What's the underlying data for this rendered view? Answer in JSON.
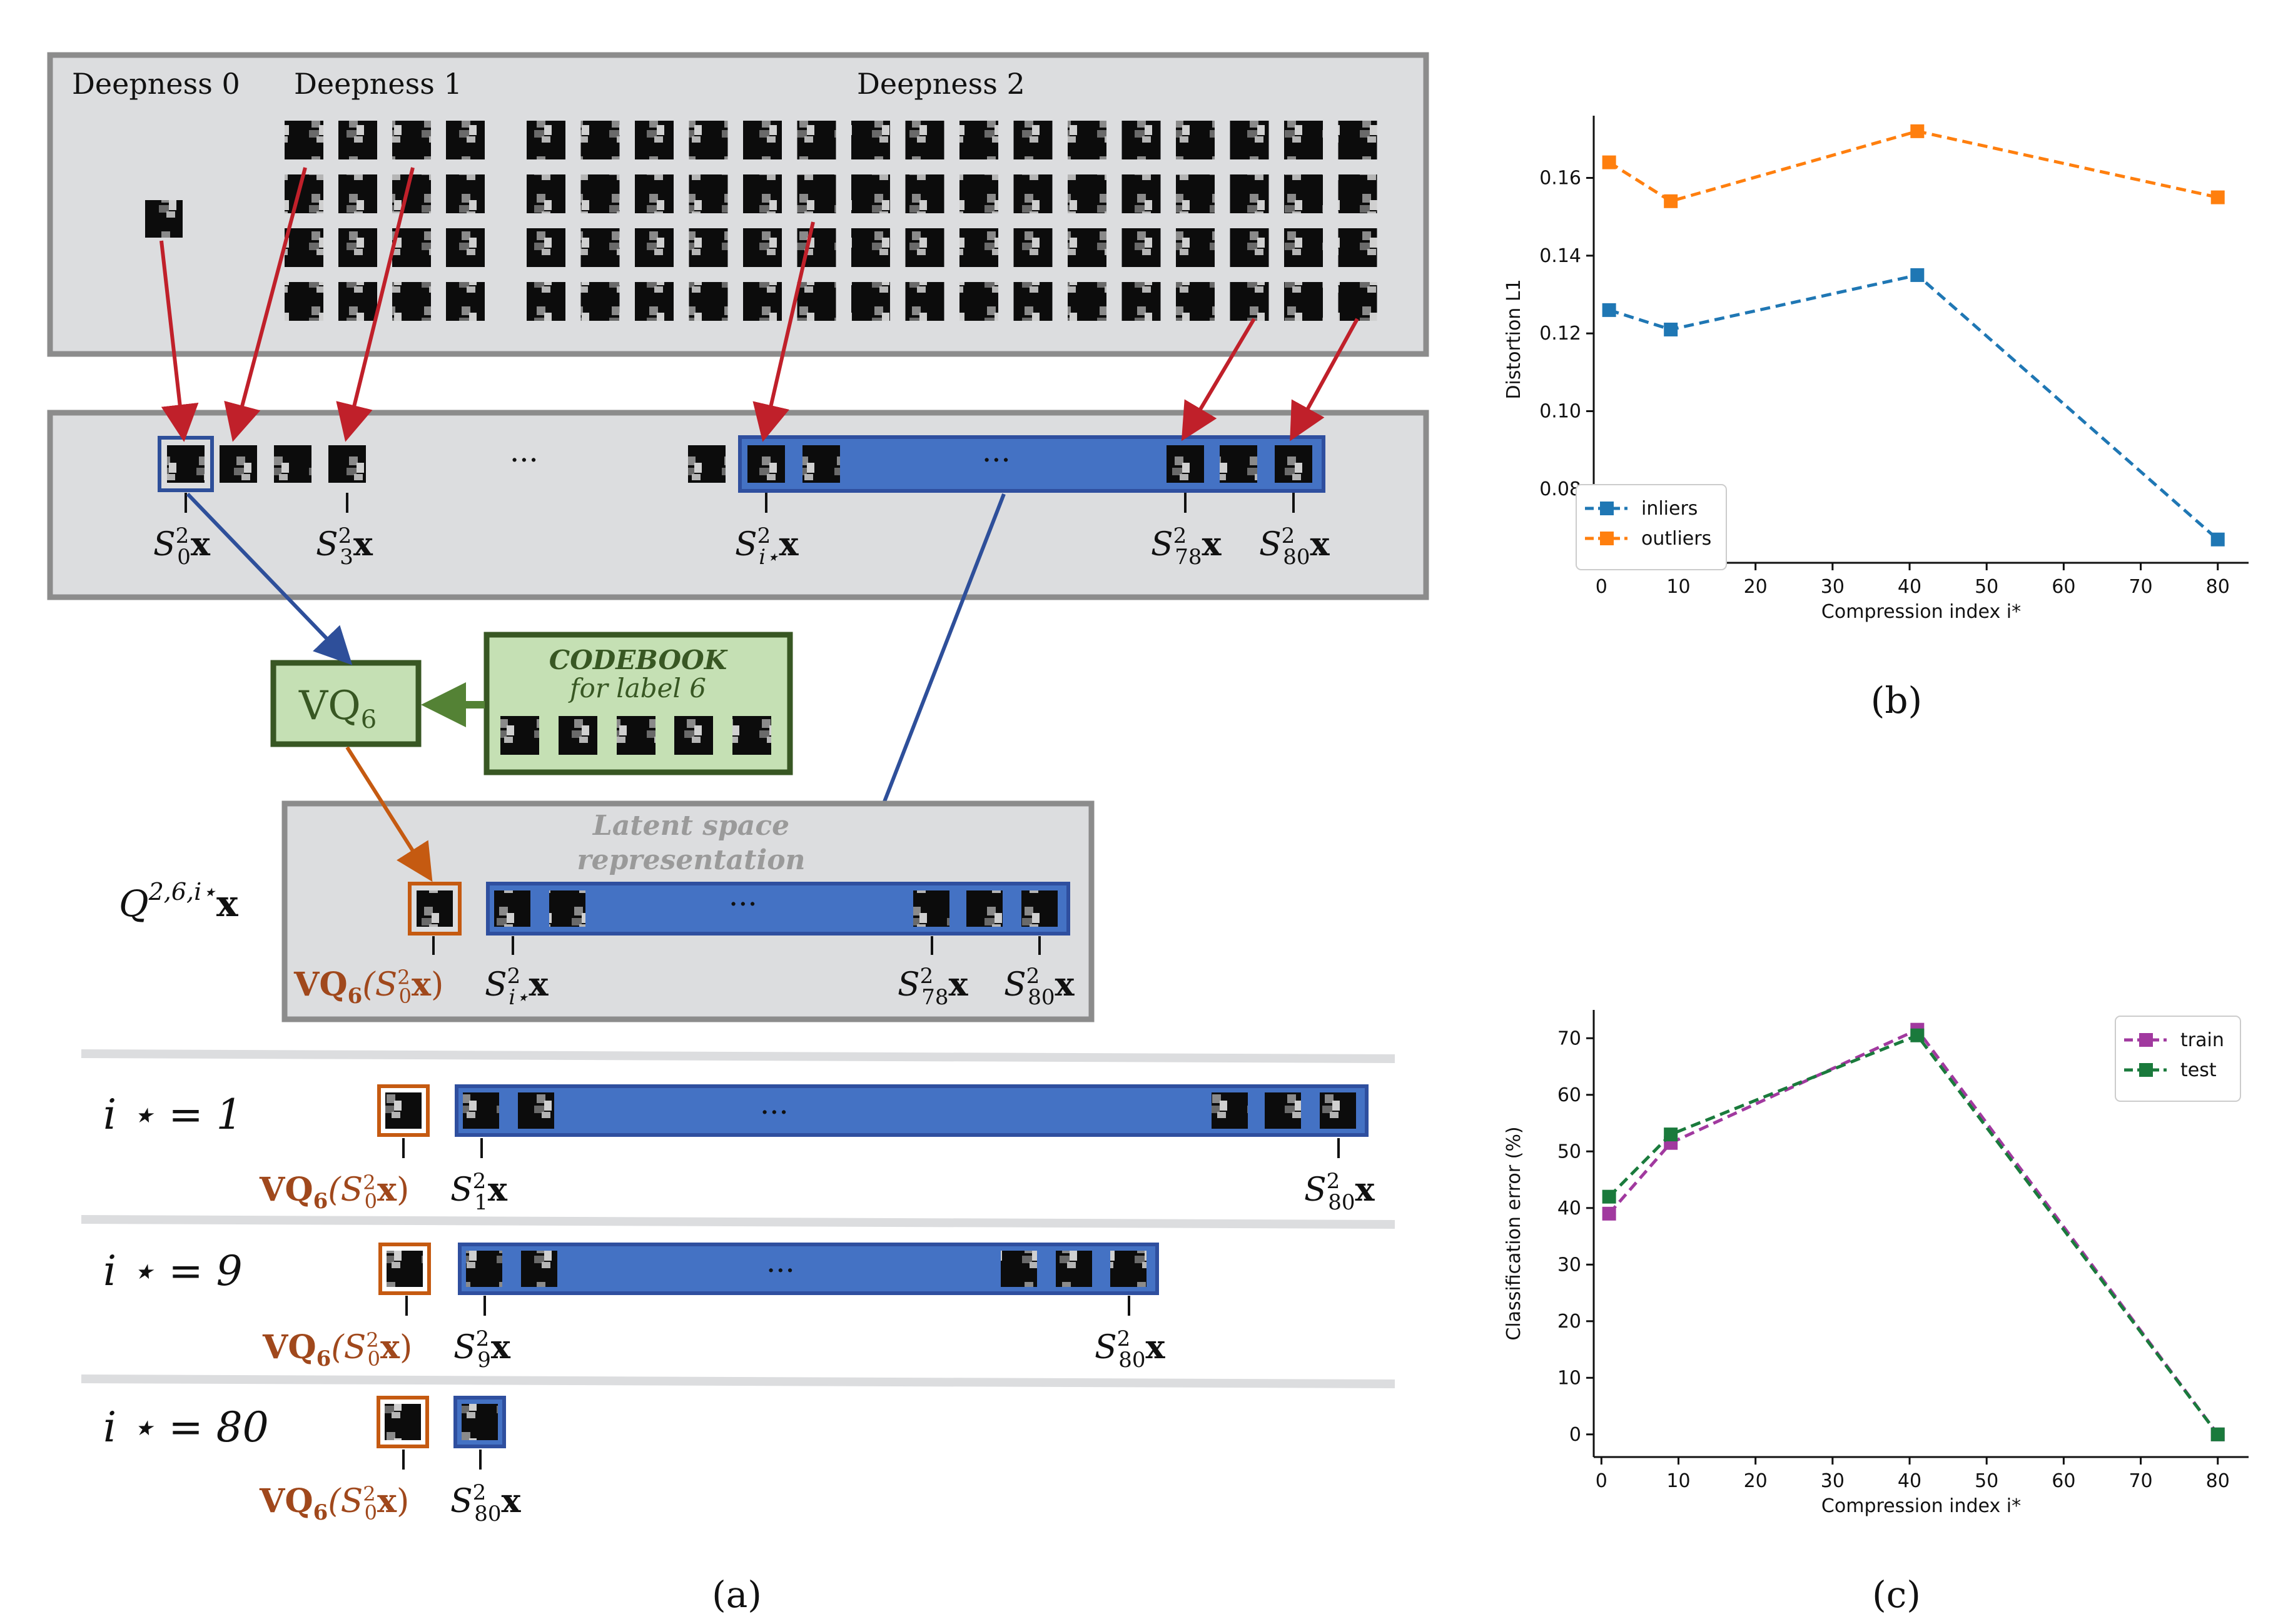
{
  "colors": {
    "panel_fill": "#dcdddf",
    "panel_stroke": "#8c8c8c",
    "bar_blue": "#4472c4",
    "bar_stroke": "#2f4f9f",
    "red_arrow": "#c0202a",
    "blue_arrow": "#2e4f9a",
    "green_arrow": "#548235",
    "orange_arrow": "#c55a11",
    "vq_fill": "#c5e0b4",
    "vq_stroke": "#385723",
    "vq_text": "#385723",
    "orange_text": "#a0481c",
    "latent_text": "#9a9a9a",
    "inliers": "#1f77b4",
    "outliers": "#ff7f0e",
    "train": "#a1399f",
    "test": "#1a7a3c"
  },
  "diagram": {
    "panel_a_label": "(a)",
    "panel_b_label": "(b)",
    "panel_c_label": "(c)",
    "deepness0": "Deepness 0",
    "deepness1": "Deepness 1",
    "deepness2": "Deepness 2",
    "ellipsis": "···",
    "labels": {
      "s0": "S",
      "s0_sub": "0",
      "s3_sub": "3",
      "si_sub": "i⋆",
      "s78_sub": "78",
      "s80_sub": "80",
      "sup": "2",
      "x": "x"
    },
    "vq_box": "VQ",
    "vq_sub": "6",
    "codebook_title": "CODEBOOK",
    "codebook_subtitle": "for label 6",
    "latent_line1": "Latent space",
    "latent_line2": "representation",
    "q_label": "Q",
    "q_sup": "2,6,i⋆",
    "q_x": "x",
    "vq_output": "VQ",
    "vq_output_sub": "6",
    "vq_output_arg": "(S",
    "rows": [
      {
        "label": "i ⋆ = 1",
        "start_sub": "1"
      },
      {
        "label": "i ⋆ = 9",
        "start_sub": "9"
      },
      {
        "label": "i ⋆ = 80",
        "start_sub": "80"
      }
    ]
  },
  "chart_data": [
    {
      "type": "line",
      "panel": "(b)",
      "xlabel": "Compression index i*",
      "ylabel": "Distortion L1",
      "xlim": [
        -1,
        84
      ],
      "ylim": [
        0.061,
        0.176
      ],
      "xticks": [
        0,
        10,
        20,
        30,
        40,
        50,
        60,
        70,
        80
      ],
      "yticks": [
        0.08,
        0.1,
        0.12,
        0.14,
        0.16
      ],
      "grid": false,
      "legend_position": "bottom-left",
      "x": [
        1,
        9,
        41,
        80
      ],
      "series": [
        {
          "name": "inliers",
          "values": [
            0.126,
            0.121,
            0.135,
            0.067
          ]
        },
        {
          "name": "outliers",
          "values": [
            0.164,
            0.154,
            0.172,
            0.155
          ]
        }
      ]
    },
    {
      "type": "line",
      "panel": "(c)",
      "xlabel": "Compression index i*",
      "ylabel": "Classification error (%)",
      "xlim": [
        -1,
        84
      ],
      "ylim": [
        -4,
        75
      ],
      "xticks": [
        0,
        10,
        20,
        30,
        40,
        50,
        60,
        70,
        80
      ],
      "yticks": [
        0,
        10,
        20,
        30,
        40,
        50,
        60,
        70
      ],
      "grid": false,
      "legend_position": "top-right",
      "x": [
        1,
        9,
        41,
        80
      ],
      "series": [
        {
          "name": "train",
          "values": [
            39,
            51.5,
            71.5,
            0
          ]
        },
        {
          "name": "test",
          "values": [
            42,
            53,
            70.5,
            0
          ]
        }
      ]
    }
  ]
}
